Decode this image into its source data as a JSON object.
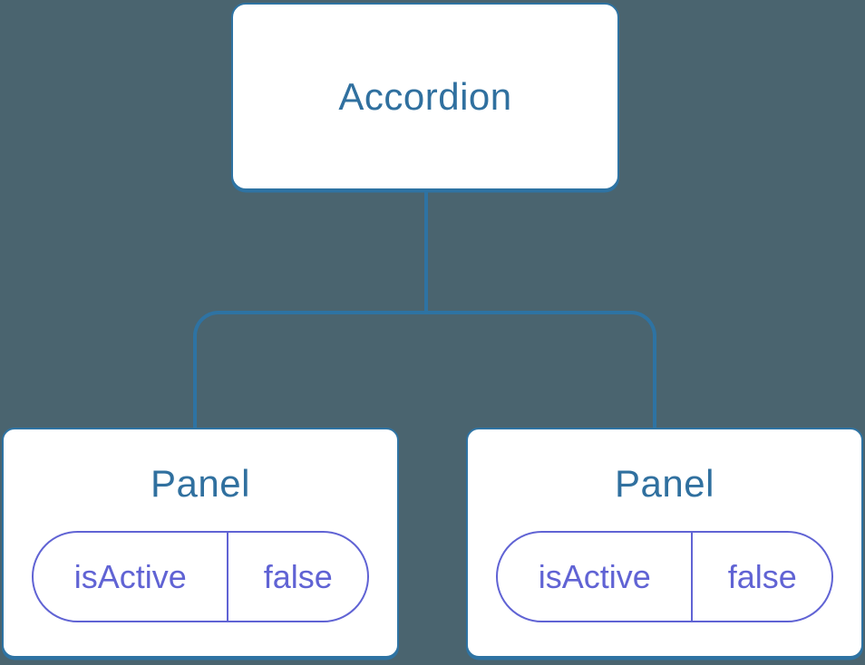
{
  "diagram": {
    "type": "component-tree",
    "colors": {
      "background": "#4A646F",
      "connector_blue": "#2E73A3",
      "node_border_blue": "#2E73A3",
      "node_title_blue": "#30709F",
      "state_indigo": "#6063D4",
      "node_fill": "#FFFFFF"
    },
    "root": {
      "label": "Accordion"
    },
    "children": [
      {
        "label": "Panel",
        "state": {
          "key": "isActive",
          "value": "false"
        }
      },
      {
        "label": "Panel",
        "state": {
          "key": "isActive",
          "value": "false"
        }
      }
    ]
  }
}
